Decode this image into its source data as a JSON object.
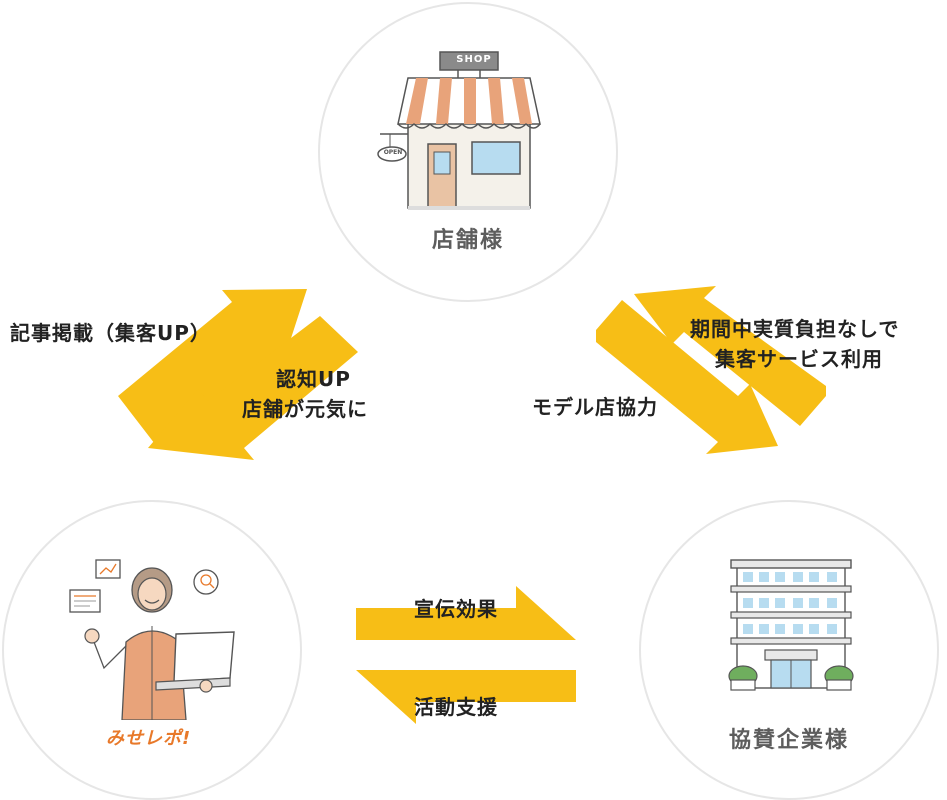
{
  "nodes": {
    "shop": {
      "label": "店舗様",
      "sign": "SHOP",
      "open_sign": "OPEN"
    },
    "miserepo": {
      "logo": "みせレポ!"
    },
    "sponsor": {
      "label": "協賛企業様"
    }
  },
  "flows": {
    "article": "記事掲載（集客UP）",
    "awareness_line1": "認知UP",
    "awareness_line2": "店舗が元気に",
    "model_store": "モデル店協力",
    "burden_line1": "期間中実質負担なしで",
    "burden_line2": "集客サービス利用",
    "ad_effect": "宣伝効果",
    "support": "活動支援"
  },
  "colors": {
    "arrow": "#f7be16",
    "circle_border": "#e6e6e6",
    "label": "#5d5d5d"
  }
}
